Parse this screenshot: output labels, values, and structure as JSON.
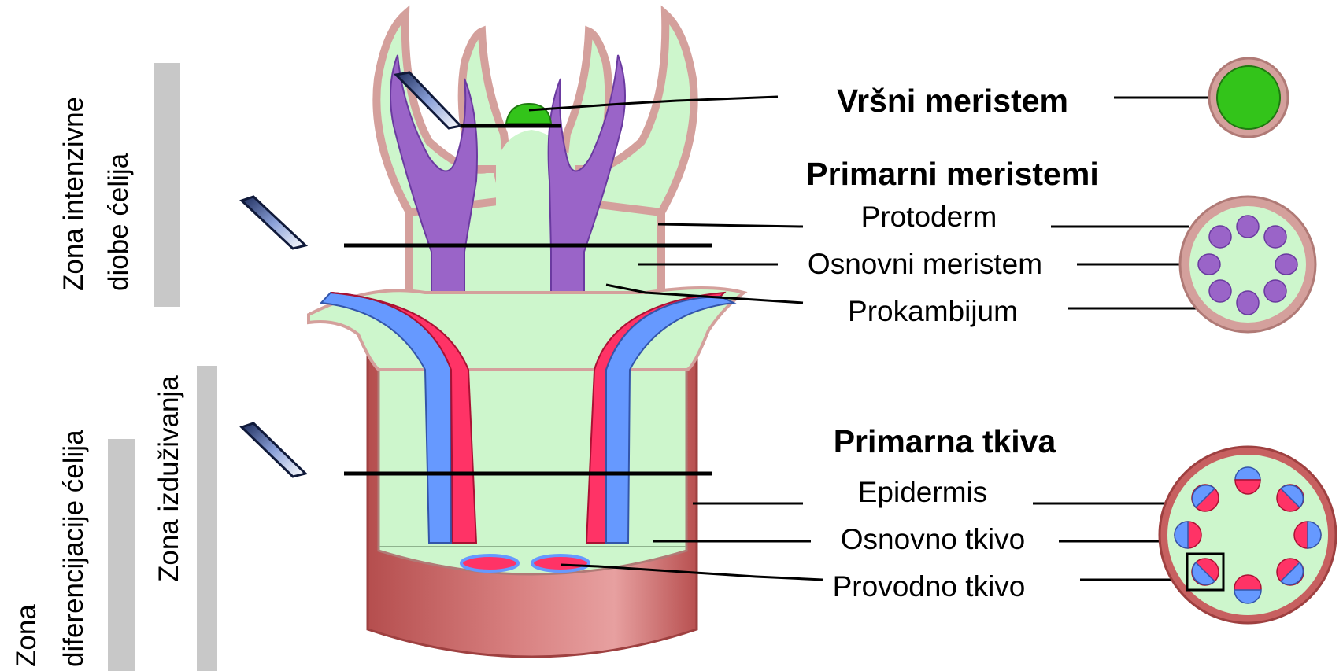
{
  "colors": {
    "ground": "#cdf6cc",
    "protoderm": "#d4a09c",
    "outline": "#b07a76",
    "procambium": "#9a64c8",
    "procambium_edge": "#6a3aa0",
    "xylem": "#ff3366",
    "phloem": "#6699ff",
    "apex": "#33c41a",
    "cylinder_side": "#c76060",
    "zone_bar": "#c8c8c8"
  },
  "icons": [
    "knife-icon",
    "apical-meristem-section-icon",
    "primary-meristem-section-icon",
    "primary-tissue-section-icon"
  ],
  "zones": {
    "division": {
      "line1": "Zona intenzivne",
      "line2": "diobe ćelija"
    },
    "elongation": {
      "label": "Zona izduživanja"
    },
    "differentiation": {
      "line1": "Zona",
      "line2": "diferencijacije ćelija"
    }
  },
  "sections": {
    "apical": {
      "title": "Vršni meristem"
    },
    "primary_meristems": {
      "title": "Primarni meristemi",
      "protoderm": "Protoderm",
      "ground_meristem": "Osnovni meristem",
      "procambium": "Prokambijum"
    },
    "primary_tissues": {
      "title": "Primarna tkiva",
      "epidermis": "Epidermis",
      "ground_tissue": "Osnovno tkivo",
      "vascular_tissue": "Provodno tkivo"
    }
  }
}
